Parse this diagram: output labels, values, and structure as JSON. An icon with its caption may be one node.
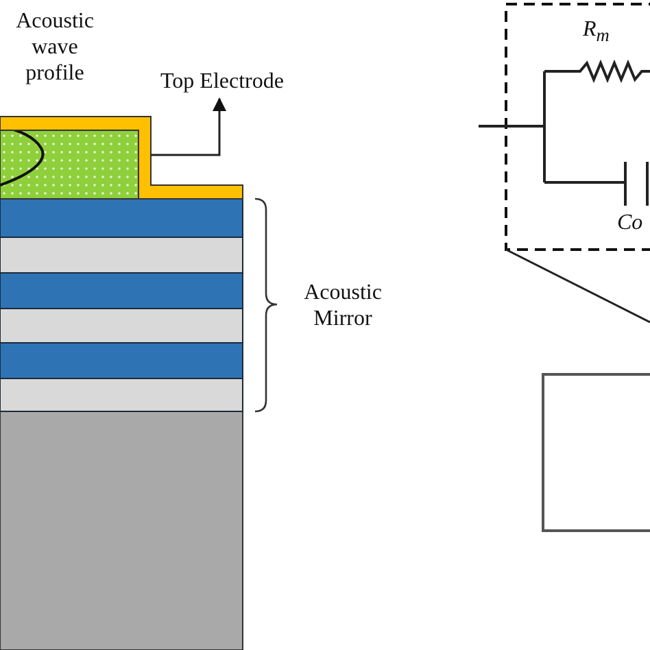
{
  "diagram": {
    "nodes": [
      {
        "text": [
          "Top Electrode"
        ]
      },
      {
        "text": [],
        "shape": "box"
      },
      {
        "text": [],
        "shape": "box"
      },
      {
        "text": [],
        "shape": "box"
      }
    ],
    "edges": [
      {
        "from": 1,
        "to": 0,
        "arrow": "to"
      },
      {
        "from": 2,
        "to": 3,
        "arrow": "none"
      }
    ],
    "labels": [
      "Acoustic wave profile",
      "R$_{m}$",
      "Acoustic Mirror",
      "Co"
    ]
  }
}
